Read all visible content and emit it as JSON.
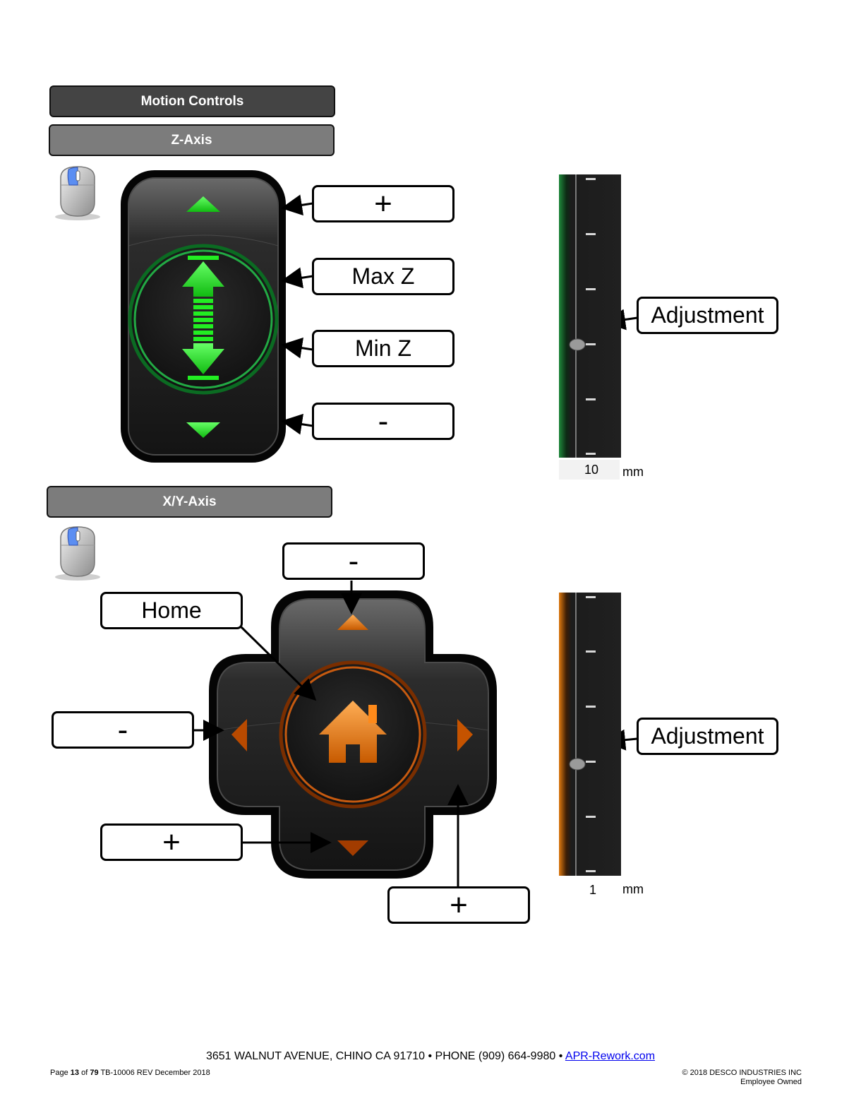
{
  "headers": {
    "motion_controls": "Motion Controls",
    "z_axis": "Z-Axis",
    "xy_axis": "X/Y-Axis"
  },
  "z_callouts": {
    "plus": "+",
    "max_z": "Max Z",
    "min_z": "Min Z",
    "minus": "-"
  },
  "z_slider": {
    "callout": "Adjustment",
    "value": "10",
    "unit": "mm",
    "accent_color": "#1f8a3c"
  },
  "xy_callouts": {
    "top_minus": "-",
    "home": "Home",
    "left_minus": "-",
    "bottom_plus": "+",
    "right_plus": "+"
  },
  "xy_slider": {
    "callout": "Adjustment",
    "value": "1",
    "unit": "mm",
    "accent_color": "#e07a10"
  },
  "colors": {
    "z_accent": "#22dd22",
    "xy_accent": "#ff7a00"
  },
  "footer": {
    "address": "3651 WALNUT AVENUE, CHINO CA 91710 • PHONE (909) 664-9980 •",
    "link": "APR-Rework.com",
    "page_label": "Page",
    "page_num": "13",
    "of_label": "of",
    "page_total": "79",
    "doc_rev": "TB-10006 REV December 2018",
    "copyright": "© 2018 DESCO INDUSTRIES INC",
    "owned": "Employee Owned"
  }
}
